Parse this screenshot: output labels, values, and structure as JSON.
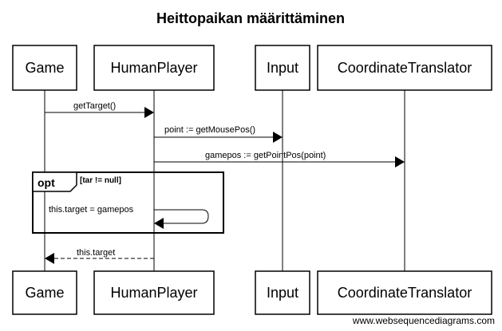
{
  "title": "Heittopaikan määrittäminen",
  "actors": {
    "game": "Game",
    "human_player": "HumanPlayer",
    "input": "Input",
    "coordinate_translator": "CoordinateTranslator"
  },
  "messages": {
    "get_target": "getTarget()",
    "get_mouse_pos": "point := getMousePos()",
    "get_point_pos": "gamepos := getPointPos(point)",
    "set_target": "this.target = gamepos",
    "return_target": "this.target"
  },
  "opt_frame": {
    "operator": "opt",
    "condition": "[tar != null]"
  },
  "watermark": "www.websequencediagrams.com"
}
